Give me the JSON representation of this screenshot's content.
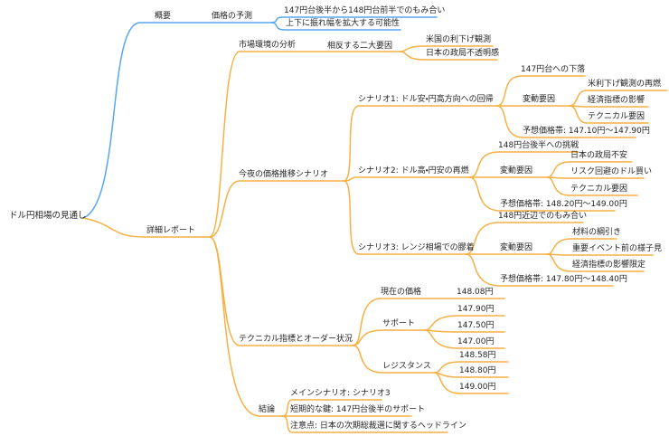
{
  "mindmap": {
    "root": "ドル円相場の見通し",
    "overview": {
      "label": "概要",
      "forecast": {
        "label": "価格の予測",
        "items": [
          "147円台後半から148円台前半でのもみ合い",
          "上下に振れ幅を拡大する可能性"
        ]
      }
    },
    "detail": {
      "label": "詳細レポート",
      "market": {
        "label": "市場環境の分析",
        "factors": {
          "label": "相反する二大要因",
          "items": [
            "米国の利下げ観測",
            "日本の政局不透明感"
          ]
        }
      },
      "scenarios": {
        "label": "今夜の価格推移シナリオ",
        "s1": {
          "label": "シナリオ1: ドル安・円高方向への回帰",
          "move": "147円台への下落",
          "factors": {
            "label": "変動要因",
            "items": [
              "米利下げ観測の再燃",
              "経済指標の影響",
              "テクニカル要因"
            ]
          },
          "range": "予想価格帯: 147.10円〜147.90円"
        },
        "s2": {
          "label": "シナリオ2: ドル高・円安の再燃",
          "move": "148円台後半への挑戦",
          "factors": {
            "label": "変動要因",
            "items": [
              "日本の政局不安",
              "リスク回避のドル買い",
              "テクニカル要因"
            ]
          },
          "range": "予想価格帯: 148.20円〜149.00円"
        },
        "s3": {
          "label": "シナリオ3: レンジ相場での膠着",
          "move": "148円近辺でのもみ合い",
          "factors": {
            "label": "変動要因",
            "items": [
              "材料の綱引き",
              "重要イベント前の様子見",
              "経済指標の影響限定"
            ]
          },
          "range": "予想価格帯: 147.80円〜148.40円"
        }
      },
      "technical": {
        "label": "テクニカル指標とオーダー状況",
        "current": {
          "label": "現在の価格",
          "value": "148.08円"
        },
        "support": {
          "label": "サポート",
          "items": [
            "147.90円",
            "147.50円",
            "147.00円"
          ]
        },
        "resistance": {
          "label": "レジスタンス",
          "items": [
            "148.58円",
            "148.80円",
            "149.00円"
          ]
        }
      },
      "conclusion": {
        "label": "結論",
        "items": [
          "メインシナリオ: シナリオ3",
          "短期的な鍵: 147円台後半のサポート",
          "注意点: 日本の次期総裁選に関するヘッドライン"
        ]
      }
    },
    "colors": {
      "overview_branch": "#58a6f2",
      "detail_branch": "#f5b145",
      "text": "#262626",
      "background": "#ffffff"
    }
  }
}
